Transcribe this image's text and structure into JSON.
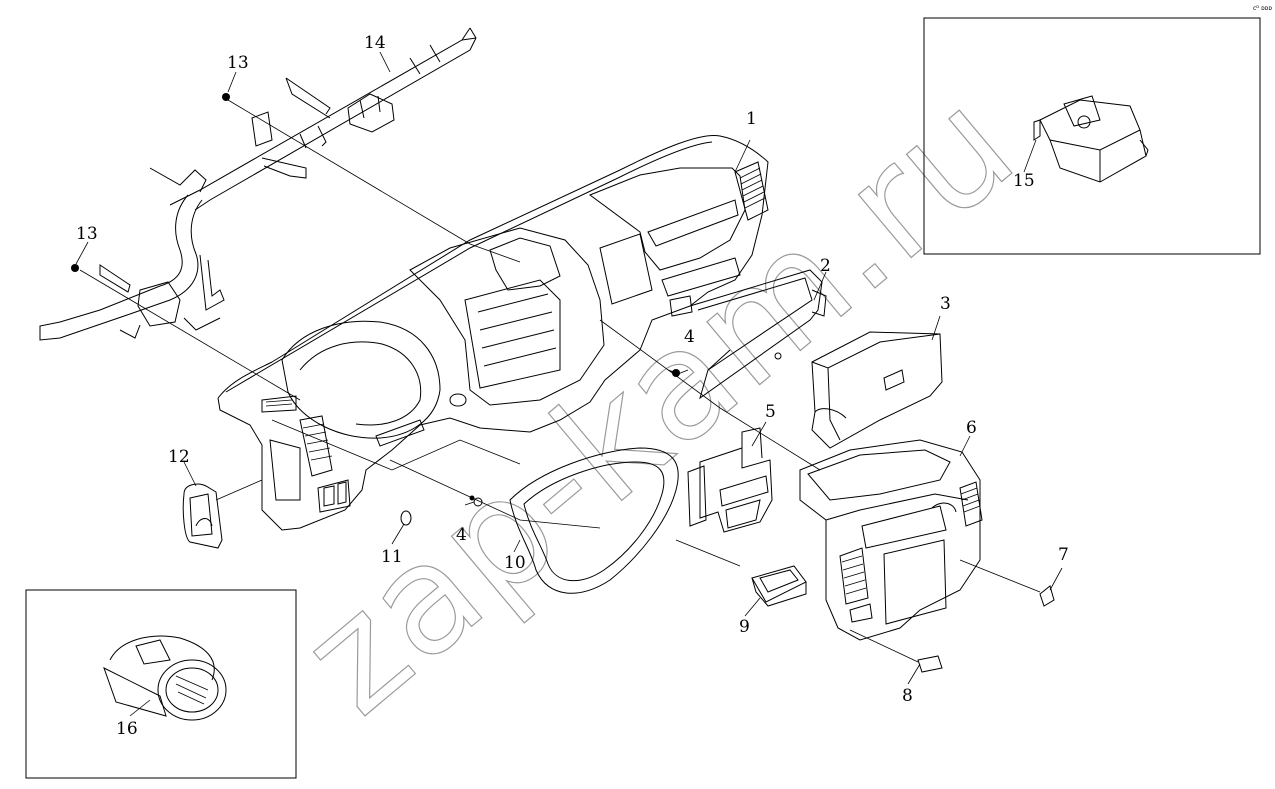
{
  "corner_code": "сᴰ ᴅᴅᴅ",
  "watermark": "zap-kam.ru",
  "parts": [
    {
      "label": "1"
    },
    {
      "label": "2"
    },
    {
      "label": "3"
    },
    {
      "label": "4"
    },
    {
      "label": "4"
    },
    {
      "label": "5"
    },
    {
      "label": "6"
    },
    {
      "label": "7"
    },
    {
      "label": "8"
    },
    {
      "label": "9"
    },
    {
      "label": "10"
    },
    {
      "label": "11"
    },
    {
      "label": "12"
    },
    {
      "label": "13"
    },
    {
      "label": "13"
    },
    {
      "label": "14"
    },
    {
      "label": "15"
    },
    {
      "label": "16"
    }
  ]
}
